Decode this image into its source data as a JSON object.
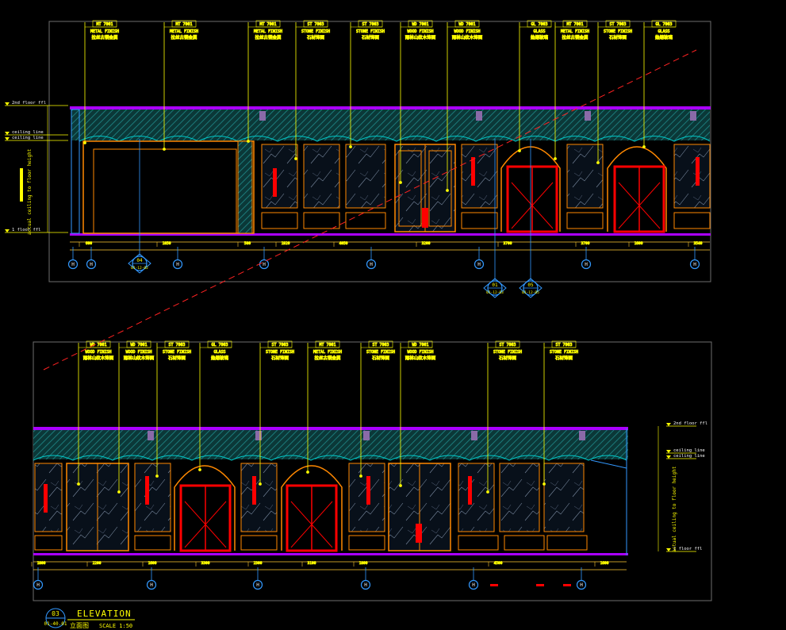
{
  "colors": {
    "background": "#000000",
    "frame": "#6e6e6e",
    "leader": "#ffff00",
    "dimension": "#ffcc33",
    "panel": "#ff8800",
    "red": "#ff0000",
    "purple": "#aa00ff",
    "cyan": "#00c8c8",
    "blue": "#3399ff",
    "white": "#ffffff",
    "section_red_dashed": "#ff2222"
  },
  "top_elevation": {
    "tags": [
      {
        "code": "MT  7001",
        "en": "METAL FINISH",
        "cn": "拉丝古铜金属"
      },
      {
        "code": "MT  7001",
        "en": "METAL FINISH",
        "cn": "拉丝古铜金属"
      },
      {
        "code": "MT  7001",
        "en": "METAL FINISH",
        "cn": "拉丝古铜金属"
      },
      {
        "code": "ST  7003",
        "en": "STONE FINISH",
        "cn": "石材饰面"
      },
      {
        "code": "ST  7003",
        "en": "STONE FINISH",
        "cn": "石材饰面"
      },
      {
        "code": "WD  7001",
        "en": "WOOD FINISH",
        "cn": "雨林山纹木饰面"
      },
      {
        "code": "WD  7001",
        "en": "WOOD FINISH",
        "cn": "雨林山纹木饰面"
      },
      {
        "code": "GL  7003",
        "en": "GLASS",
        "cn": "热熔玻璃"
      },
      {
        "code": "MT  7001",
        "en": "METAL FINISH",
        "cn": "拉丝古铜金属"
      },
      {
        "code": "ST  7003",
        "en": "STONE FINISH",
        "cn": "石材饰面"
      },
      {
        "code": "GL  7003",
        "en": "GLASS",
        "cn": "热熔玻璃"
      }
    ],
    "levels": [
      {
        "label": "2nd floor ffl"
      },
      {
        "label": "ceiling line"
      },
      {
        "label": "ceiling line"
      },
      {
        "label": "1 floor ffl"
      }
    ],
    "side_label": "actual ceiling to floor height",
    "dims": [
      "600",
      "1850",
      "580",
      "1920",
      "4050",
      "3200",
      "3700",
      "3700",
      "1600",
      "3540"
    ],
    "bubbles": [
      {
        "top": "04",
        "bottom": "01-12-02"
      },
      {
        "top": "01",
        "bottom": "01-12-03"
      },
      {
        "top": "05",
        "bottom": "01-12-05"
      }
    ]
  },
  "bottom_elevation": {
    "tags": [
      {
        "code": "WD  7001",
        "en": "WOOD FINISH",
        "cn": "雨林山纹木饰面"
      },
      {
        "code": "WD  7001",
        "en": "WOOD FINISH",
        "cn": "雨林山纹木饰面"
      },
      {
        "code": "ST  7003",
        "en": "STONE FINISH",
        "cn": "石材饰面"
      },
      {
        "code": "GL  7003",
        "en": "GLASS",
        "cn": "热熔玻璃"
      },
      {
        "code": "ST  7003",
        "en": "STONE FINISH",
        "cn": "石材饰面"
      },
      {
        "code": "MT  7001",
        "en": "METAL FINISH",
        "cn": "拉丝古铜金属"
      },
      {
        "code": "ST  7003",
        "en": "STONE FINISH",
        "cn": "石材饰面"
      },
      {
        "code": "WD  7001",
        "en": "WOOD FINISH",
        "cn": "雨林山纹木饰面"
      },
      {
        "code": "ST  7003",
        "en": "STONE FINISH",
        "cn": "石材饰面"
      },
      {
        "code": "ST  7003",
        "en": "STONE FINISH",
        "cn": "石材饰面"
      }
    ],
    "levels": [
      {
        "label": "2nd floor ffl"
      },
      {
        "label": "ceiling line"
      },
      {
        "label": "ceiling line"
      },
      {
        "label": "1 floor ffl"
      }
    ],
    "side_label": "actual ceiling to floor height",
    "dims": [
      "1800",
      "2200",
      "1600",
      "3300",
      "2300",
      "3100",
      "1800",
      "4500",
      "1600"
    ]
  },
  "title_block": {
    "number": "03",
    "sheet": "01-40.01",
    "title": "ELEVATION",
    "subtitle": "立面图",
    "scale": "SCALE  1:50"
  }
}
